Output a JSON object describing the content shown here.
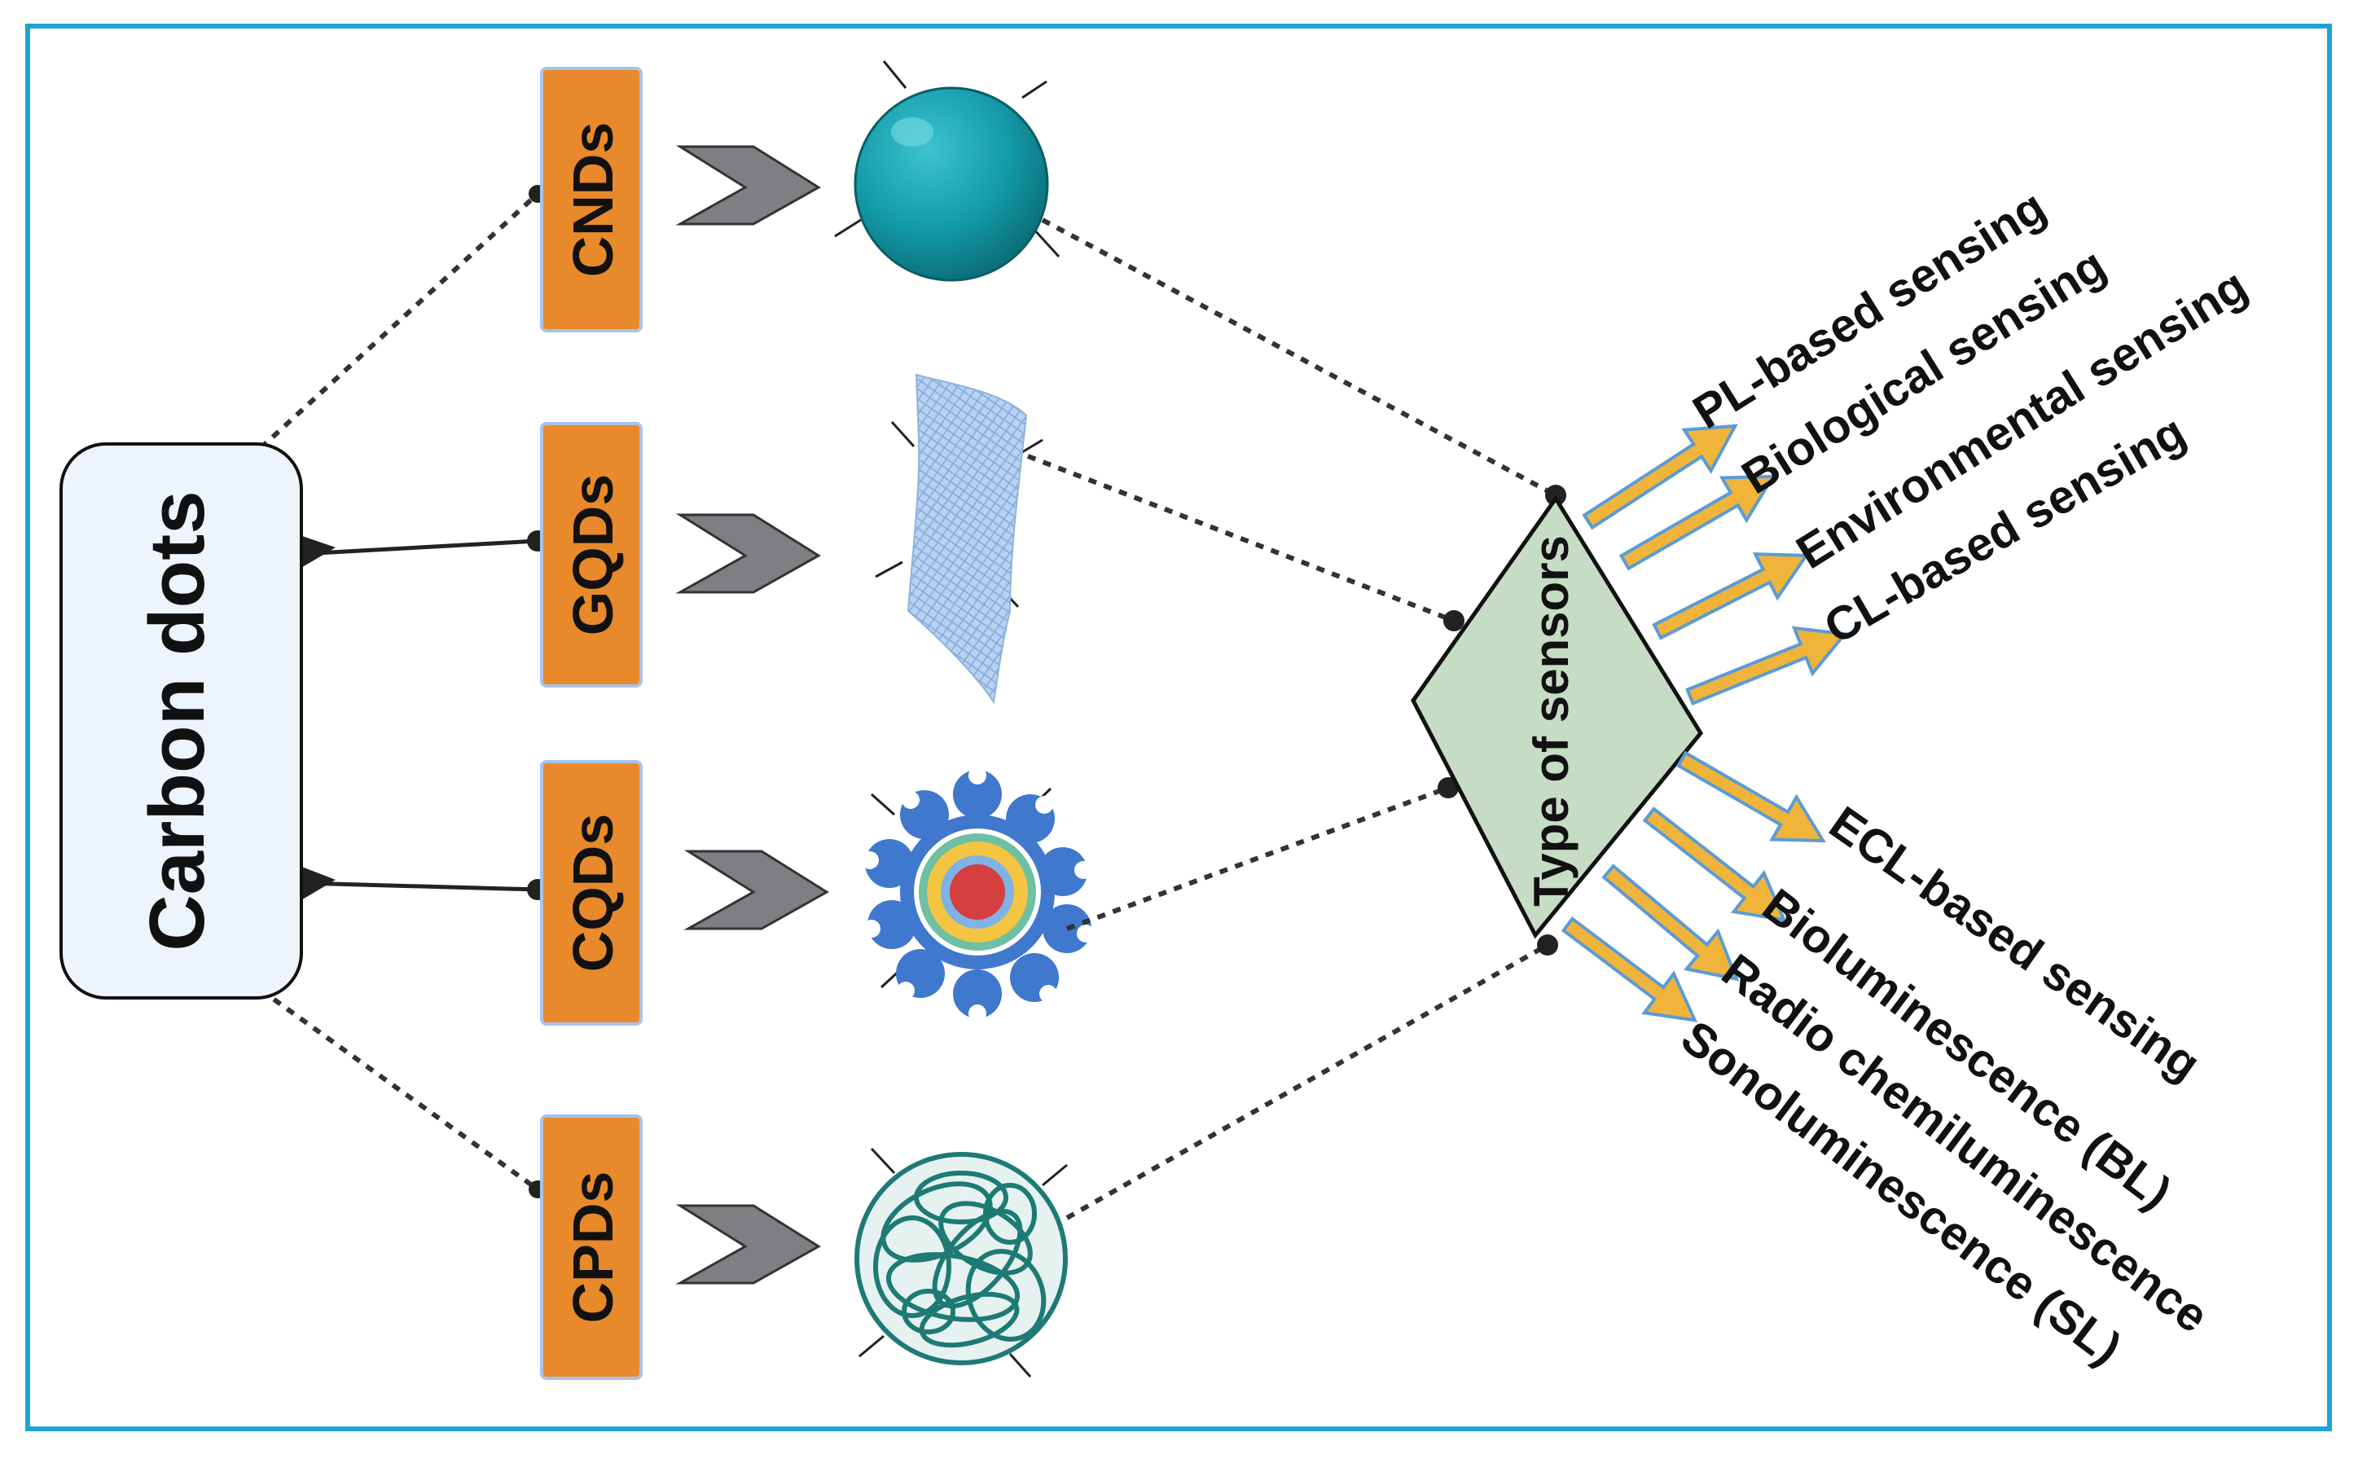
{
  "diagram": {
    "root_label": "Carbon dots",
    "types": [
      {
        "label": "CNDs",
        "shape": "sphere-icon",
        "link": "dotted"
      },
      {
        "label": "GQDs",
        "shape": "graphene-sheet-icon",
        "link": "solid"
      },
      {
        "label": "CQDs",
        "shape": "core-shell-icon",
        "link": "solid"
      },
      {
        "label": "CPDs",
        "shape": "polymer-coil-icon",
        "link": "dotted"
      }
    ],
    "hub_label": "Type of sensors",
    "outputs": [
      "PL-based sensing",
      "Biological sensing",
      "Environmental sensing",
      "CL-based sensing",
      "ECL-based sensing",
      "Bioluminescence (BL)",
      "Radio chemiluminescence",
      "Sonoluminescence (SL)"
    ]
  },
  "colors": {
    "frame": "#1fa3d6",
    "type_box": "#e8892b",
    "type_box_border": "#a9c2e8",
    "root_fill": "#eef4fc",
    "hub_fill": "#c7dcc4",
    "arrow_fill": "#f0b43a",
    "arrow_stroke": "#5b9bd5",
    "chevron": "#7d7f82",
    "sphere": "#139aa8",
    "sheet": "#9cbfe8",
    "gear": "#3f78cc",
    "coil": "#1d7a74"
  }
}
